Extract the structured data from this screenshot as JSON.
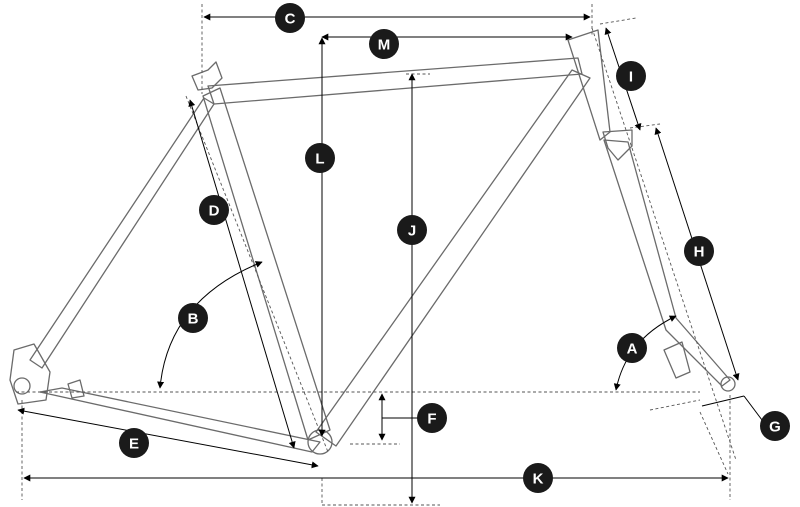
{
  "markers": {
    "A": "A",
    "B": "B",
    "C": "C",
    "D": "D",
    "E": "E",
    "F": "F",
    "G": "G",
    "H": "H",
    "I": "I",
    "J": "J",
    "K": "K",
    "L": "L",
    "M": "M"
  },
  "colors": {
    "frame_stroke": "#6b6b6b",
    "dimension_line": "#000000",
    "marker_fill": "#1a1a1a",
    "marker_text": "#ffffff"
  }
}
